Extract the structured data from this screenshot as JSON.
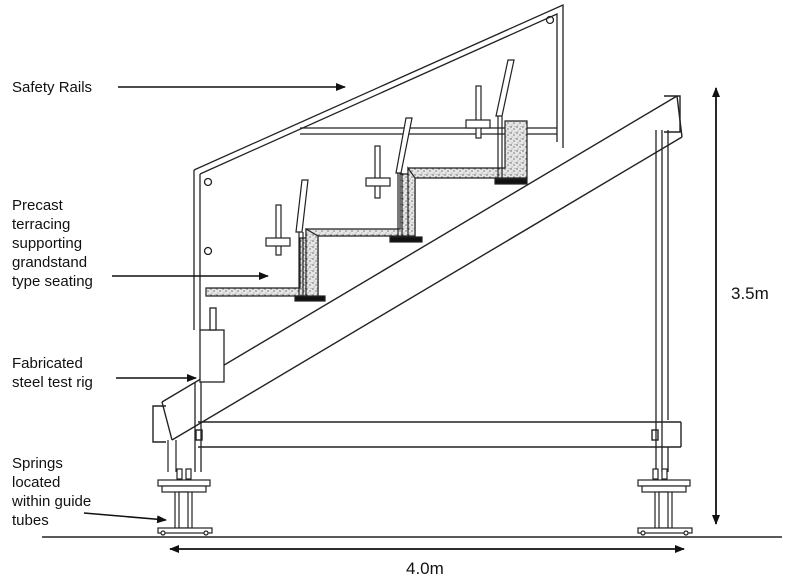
{
  "labels": {
    "safety_rails": "Safety Rails",
    "terracing": [
      "Precast",
      "terracing",
      "supporting",
      "grandstand",
      "type seating"
    ],
    "test_rig": [
      "Fabricated",
      "steel test rig"
    ],
    "springs": [
      "Springs",
      "located",
      "within guide",
      "tubes"
    ]
  },
  "dimensions": {
    "height": "3.5m",
    "width": "4.0m"
  }
}
